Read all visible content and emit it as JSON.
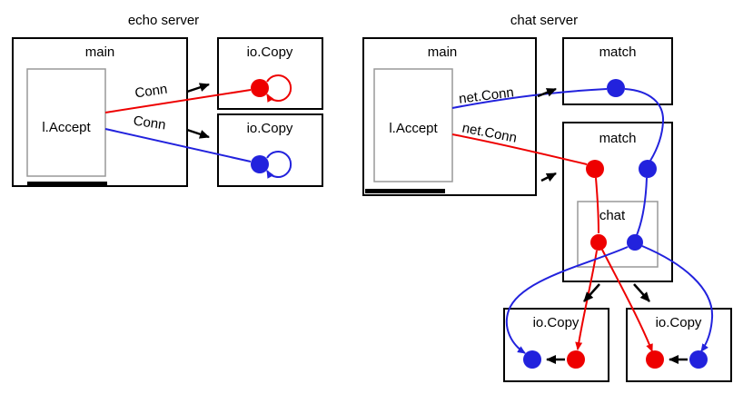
{
  "colors": {
    "red": "#ee0000",
    "blue": "#2222dd",
    "black": "#000000",
    "inner_border": "#999999",
    "background": "#ffffff"
  },
  "echo_server": {
    "title": "echo server",
    "main_label": "main",
    "accept_label": "l.Accept",
    "conn_top_label": "Conn",
    "conn_bottom_label": "Conn",
    "iocopy_top_label": "io.Copy",
    "iocopy_bottom_label": "io.Copy"
  },
  "chat_server": {
    "title": "chat server",
    "main_label": "main",
    "accept_label": "l.Accept",
    "netconn_top_label": "net.Conn",
    "netconn_bottom_label": "net.Conn",
    "match_top_label": "match",
    "match_main_label": "match",
    "chat_label": "chat",
    "iocopy_left_label": "io.Copy",
    "iocopy_right_label": "io.Copy"
  }
}
